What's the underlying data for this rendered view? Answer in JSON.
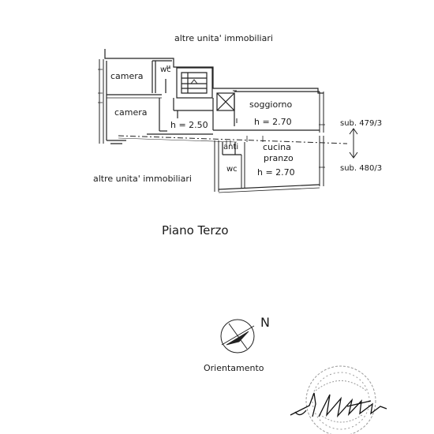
{
  "plan": {
    "top_neighbors": "altre unita' immobiliari",
    "bottom_neighbors": "altre unita' immobiliari",
    "rooms": {
      "camera_top": "camera",
      "wc_top": "wc",
      "camera_bottom": "camera",
      "h_left": "h = 2.50",
      "soggiorno": "soggiorno",
      "h_soggiorno": "h = 2.70",
      "anti": "anti",
      "cucina": "cucina",
      "pranzo": "pranzo",
      "wc_bottom": "wc",
      "h_cucina": "h = 2.70"
    },
    "sub_upper": "sub. 479/3",
    "sub_lower": "sub. 480/3",
    "floor_title": "Piano Terzo"
  },
  "orientation": {
    "north_letter": "N",
    "caption": "Orientamento"
  }
}
